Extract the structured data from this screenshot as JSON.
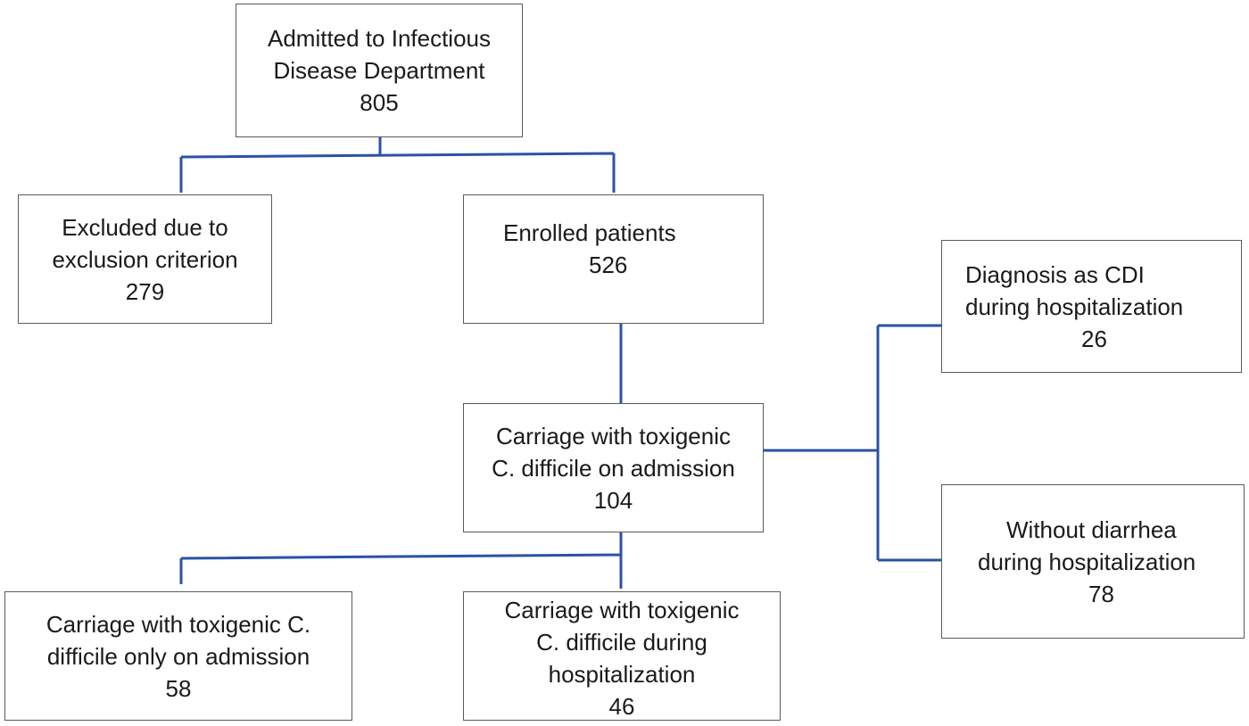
{
  "diagram": {
    "nodes": {
      "admitted": {
        "line1": "Admitted to Infectious",
        "line2": "Disease Department",
        "count": "805"
      },
      "excluded": {
        "line1": "Excluded due to",
        "line2": "exclusion criterion",
        "count": "279"
      },
      "enrolled": {
        "line1": "Enrolled patients",
        "count": "526"
      },
      "carriage_admission": {
        "line1": "Carriage with toxigenic",
        "line2": "C. difficile on admission",
        "count": "104"
      },
      "diagnosis_cdi": {
        "line1": "Diagnosis as CDI",
        "line2": "during hospitalization",
        "count": "26"
      },
      "without_diarrhea": {
        "line1": "Without diarrhea",
        "line2": "during hospitalization",
        "count": "78"
      },
      "carriage_only_admission": {
        "line1": "Carriage with toxigenic C.",
        "line2": "difficile only on admission",
        "count": "58"
      },
      "carriage_during_hospitalization": {
        "line1": "Carriage with toxigenic",
        "line2": "C. difficile during",
        "line3": "hospitalization",
        "count": "46"
      }
    },
    "connector_color": "#2a52a6",
    "box_border_color": "#5a5a5a"
  }
}
